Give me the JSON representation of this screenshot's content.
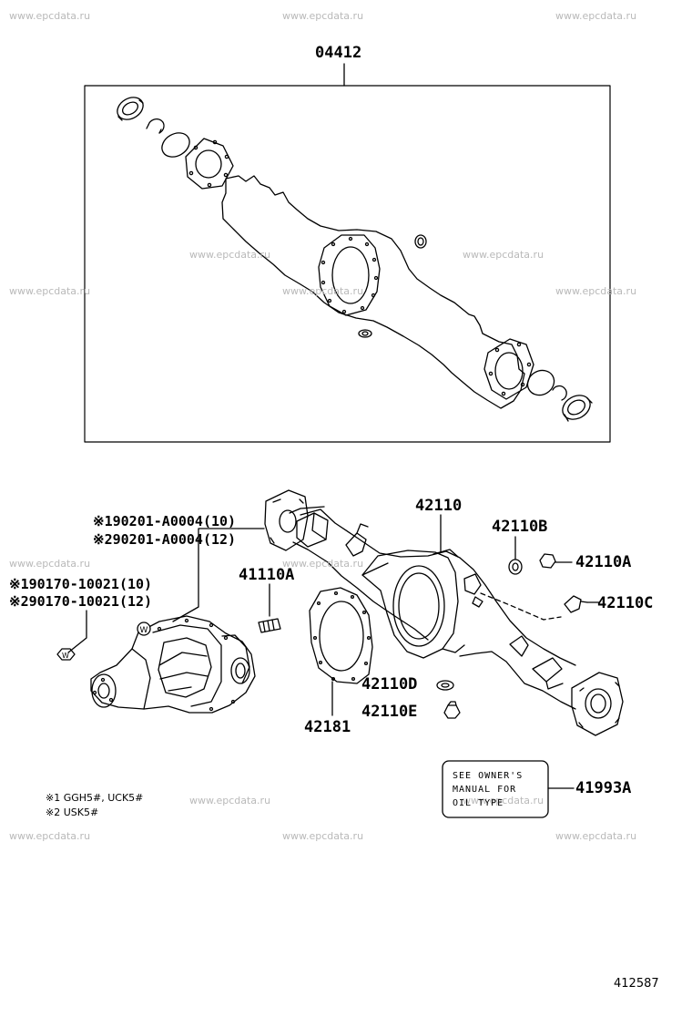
{
  "watermark": "www.epcdata.ru",
  "labels": {
    "kit": "04412",
    "housing": "42110",
    "plug_b": "42110B",
    "plug_a": "42110A",
    "breather_c": "42110C",
    "stud": "41110A",
    "gasket": "42181",
    "plug_d": "42110D",
    "plug_e": "42110E",
    "label_part": "41993A",
    "bolt_line1": "※190201-A0004(10)",
    "bolt_line2": "※290201-A0004(12)",
    "nut_line1": "※190170-10021(10)",
    "nut_line2": "※290170-10021(12)"
  },
  "sticker_lines": [
    "SEE OWNER'S",
    "MANUAL FOR",
    "OIL TYPE"
  ],
  "notes": [
    "※1  GGH5#, UCK5#",
    "※2  USK5#"
  ],
  "diagram_id": "412587"
}
